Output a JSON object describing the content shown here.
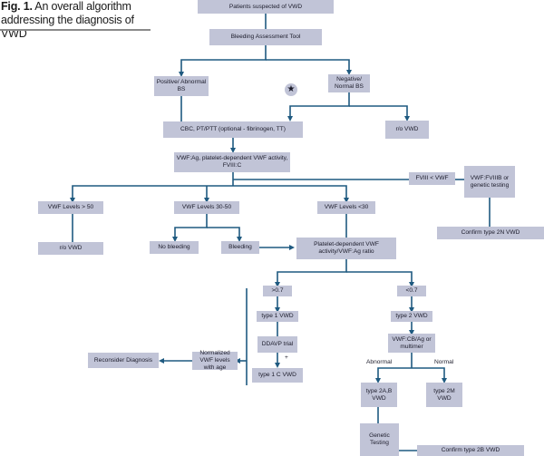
{
  "caption": {
    "prefix": "Fig. 1.",
    "text": " An overall algorithm addressing the diagnosis of VWD"
  },
  "colors": {
    "box_fill": "#c1c4d7",
    "line": "#1f5a80",
    "text": "#1b1b2a"
  },
  "star_symbol": "★",
  "nodes": {
    "patients": "Patients suspected of VWD",
    "bat": "Bleeding Assessment Tool",
    "positive": "Positive/ Abnormal BS",
    "negative": "Negative/ Normal BS",
    "cbc": "CBC, PT/PTT  (optional - fibrinogen, TT)",
    "ro_vwd_1": "r/o VWD",
    "vwf_ag": "VWF:Ag, platelet-dependent VWF activity, FVIII:C",
    "fviii_lt_vwf": "FVIII < VWF",
    "vwf_fviiib": "VWF:FVIIIB or genetic testing",
    "confirm_2n": "Confirm type 2N VWD",
    "levels_gt50": "VWF Levels > 50",
    "levels_30_50": "VWF Levels 30-50",
    "levels_lt30": "VWF Levels <30",
    "ro_vwd_2": "r/o VWD",
    "no_bleeding": "No bleeding",
    "bleeding": "Bleeding",
    "ratio": "Platelet-dependent VWF activity/VWF:Ag ratio",
    "gt07": ">0.7",
    "lt07": "<0.7",
    "type1": "type 1 VWD",
    "type2": "type 2 VWD",
    "ddavp": "DDAVP trial",
    "type1c": "type 1 C VWD",
    "vwf_cb": "VWF:CB/Ag or multimer",
    "normalized": "Normalized VWF levels with age",
    "reconsider": "Reconsider Diagnosis",
    "type2ab": "type 2A,B VWD",
    "type2m": "type 2M VWD",
    "genetic": "Genetic Testing",
    "confirm_2b": "Confirm type 2B VWD"
  },
  "edge_labels": {
    "abnormal": "Abnormal",
    "normal": "Normal",
    "plus": "+"
  }
}
